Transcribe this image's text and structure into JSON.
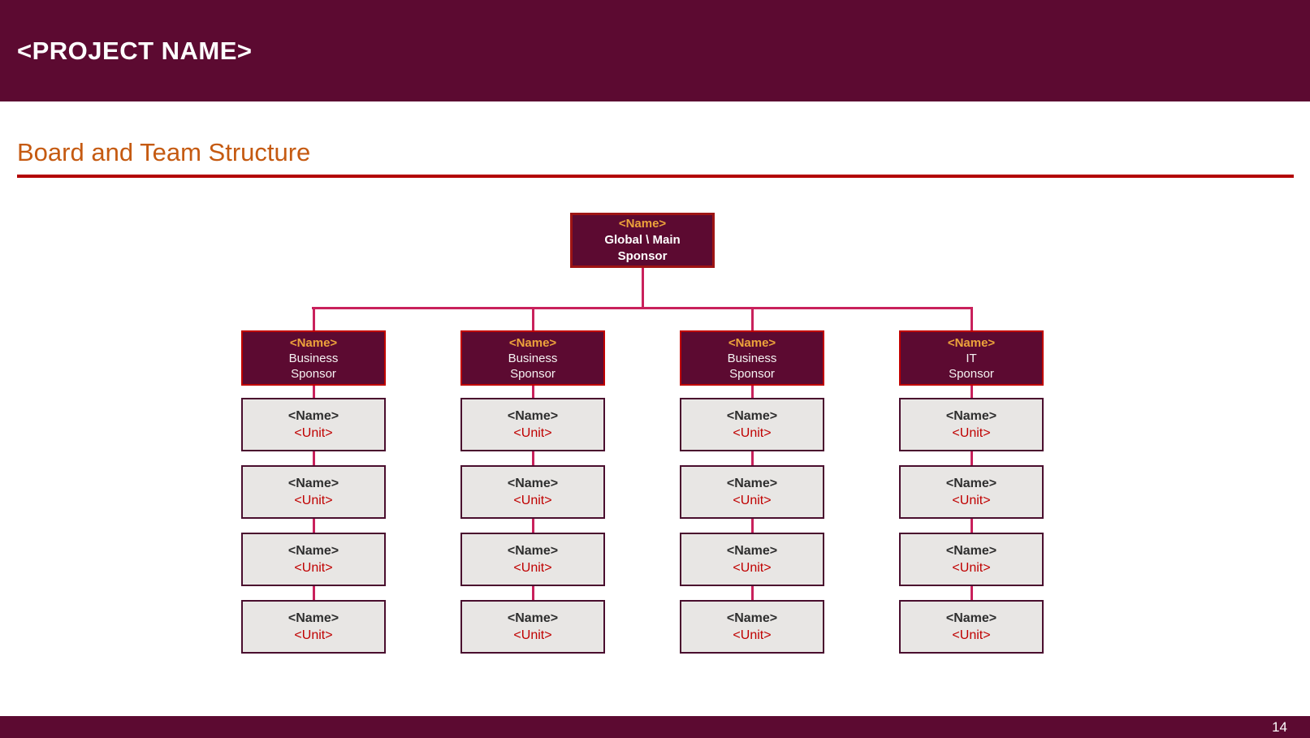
{
  "slide": {
    "header": {
      "project_name": "<PROJECT NAME>"
    },
    "title": "Board and Team Structure",
    "footer": {
      "page_number": "14"
    }
  },
  "colors": {
    "maroon": "#5C0A31",
    "connector_crimson": "#C9215C",
    "gold_name": "#EDA33B",
    "title_orange": "#C55A11",
    "rule_red": "#B30000",
    "header_box_border_red": "#C00000",
    "root_box_border_red": "#9E1414",
    "member_box_gray": "#E8E6E4",
    "member_box_border": "#4A0E2E",
    "unit_red": "#C00000"
  },
  "chart": {
    "type": "org-chart",
    "root": {
      "name": "<Name>",
      "role1": "Global \\ Main",
      "role2": "Sponsor"
    },
    "columns": [
      {
        "head": {
          "name": "<Name>",
          "role1": "Business",
          "role2": "Sponsor"
        },
        "members": [
          {
            "name": "<Name>",
            "unit": "<Unit>"
          },
          {
            "name": "<Name>",
            "unit": "<Unit>"
          },
          {
            "name": "<Name>",
            "unit": "<Unit>"
          },
          {
            "name": "<Name>",
            "unit": "<Unit>"
          }
        ]
      },
      {
        "head": {
          "name": "<Name>",
          "role1": "Business",
          "role2": "Sponsor"
        },
        "members": [
          {
            "name": "<Name>",
            "unit": "<Unit>"
          },
          {
            "name": "<Name>",
            "unit": "<Unit>"
          },
          {
            "name": "<Name>",
            "unit": "<Unit>"
          },
          {
            "name": "<Name>",
            "unit": "<Unit>"
          }
        ]
      },
      {
        "head": {
          "name": "<Name>",
          "role1": "Business",
          "role2": "Sponsor"
        },
        "members": [
          {
            "name": "<Name>",
            "unit": "<Unit>"
          },
          {
            "name": "<Name>",
            "unit": "<Unit>"
          },
          {
            "name": "<Name>",
            "unit": "<Unit>"
          },
          {
            "name": "<Name>",
            "unit": "<Unit>"
          }
        ]
      },
      {
        "head": {
          "name": "<Name>",
          "role1": "IT",
          "role2": "Sponsor"
        },
        "members": [
          {
            "name": "<Name>",
            "unit": "<Unit>"
          },
          {
            "name": "<Name>",
            "unit": "<Unit>"
          },
          {
            "name": "<Name>",
            "unit": "<Unit>"
          },
          {
            "name": "<Name>",
            "unit": "<Unit>"
          }
        ]
      }
    ]
  }
}
